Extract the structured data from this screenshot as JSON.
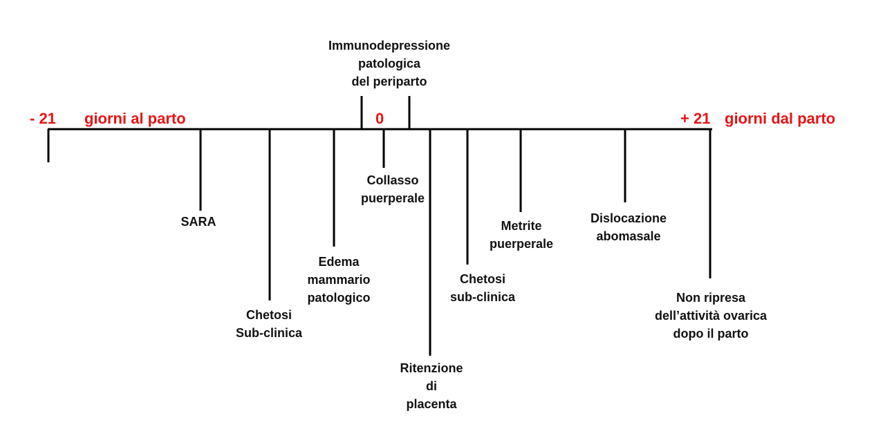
{
  "colors": {
    "line": "#000000",
    "label": "#111111",
    "accent": "#e81414"
  },
  "axis": {
    "start_number": "- 21",
    "start_text": "giorni al parto",
    "zero": "0",
    "end_number": "+ 21",
    "end_text": "giorni dal parto"
  },
  "labels": {
    "immunodepression": "Immunodepressione\npatologica\ndel periparto",
    "sara": "SARA",
    "chetosi_pre": "Chetosi\nSub-clinica",
    "edema": "Edema\nmammario\npatologico",
    "collasso": "Collasso\npuerperale",
    "ritenzione": "Ritenzione\ndi\nplacenta",
    "chetosi_post": "Chetosi\nsub-clinica",
    "metrite": "Metrite\npuerperale",
    "dislocazione": "Dislocazione\nabomasale",
    "ovarica": "Non ripresa\ndell’attività ovarica\ndopo il parto"
  }
}
